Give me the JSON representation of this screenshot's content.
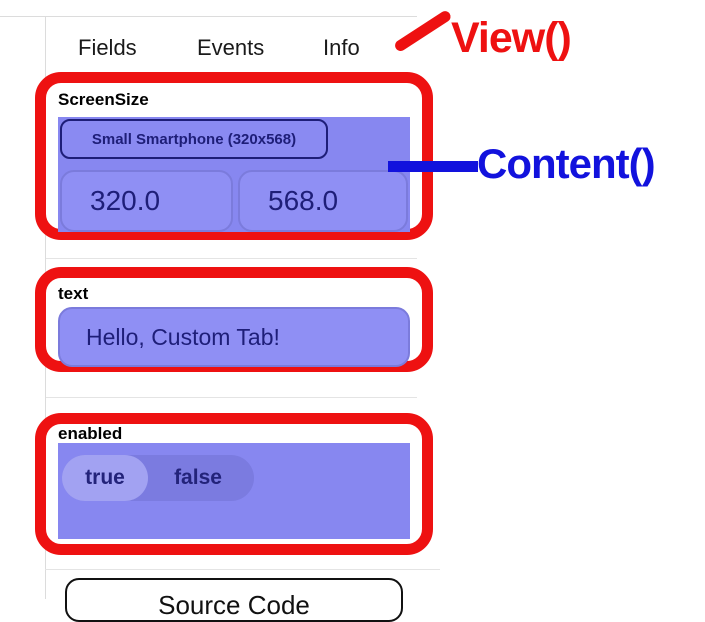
{
  "tabs": [
    {
      "label": "Fields"
    },
    {
      "label": "Events"
    },
    {
      "label": "Info"
    }
  ],
  "annotations": {
    "view_label": "View()",
    "view_color": "#ee1111",
    "content_label": "Content()",
    "content_color": "#1212dd"
  },
  "fields": {
    "screen_size": {
      "label": "ScreenSize",
      "preset": "Small Smartphone (320x568)",
      "width_value": "320.0",
      "height_value": "568.0"
    },
    "text": {
      "label": "text",
      "value": "Hello, Custom Tab!"
    },
    "enabled": {
      "label": "enabled",
      "options": [
        "true",
        "false"
      ],
      "selected": "true"
    }
  },
  "footer": {
    "source_button": "Source Code"
  },
  "colors": {
    "panel_purple": "#8787f0",
    "field_purple": "#8f8ff4",
    "navy_text": "#1e1e78",
    "annotation_red": "#ee1111",
    "annotation_blue": "#1212dd"
  }
}
